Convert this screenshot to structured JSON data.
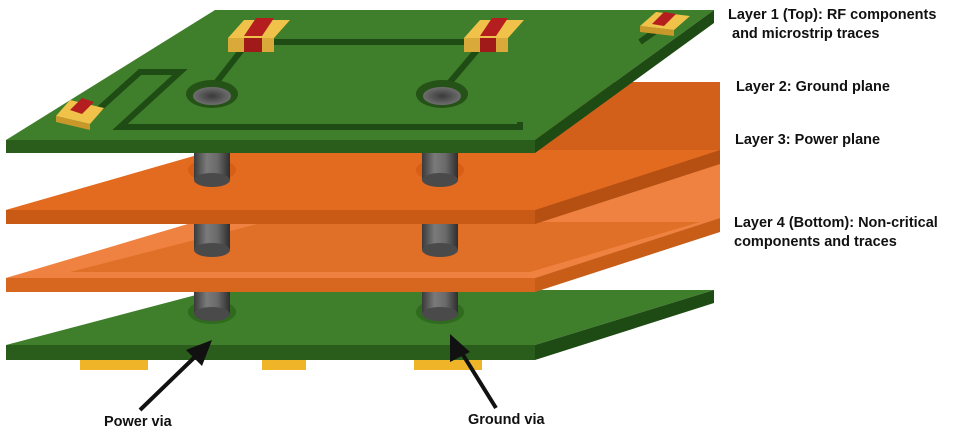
{
  "layers": [
    {
      "line1": "Layer 1 (Top): RF components",
      "line2": "and microstrip traces",
      "color": "#2e6b1e"
    },
    {
      "line1": "Layer 2: Ground plane",
      "line2": "",
      "color": "#e0691e"
    },
    {
      "line1": "Layer 3: Power plane",
      "line2": "",
      "color": "#ea7a34"
    },
    {
      "line1": "Layer 4 (Bottom): Non-critical",
      "line2": "components and traces",
      "color": "#2e6b1e"
    }
  ],
  "vias": {
    "power_label": "Power via",
    "ground_label": "Ground via"
  },
  "colors": {
    "board_green": "#2e6b1e",
    "board_green_edge": "#1f4c14",
    "copper_orange": "#e0691e",
    "copper_light": "#ee8a47",
    "via_gray": "#555555",
    "component_red": "#b41e1e",
    "component_pad": "#f0c24a",
    "bottom_pad": "#f0b429"
  }
}
